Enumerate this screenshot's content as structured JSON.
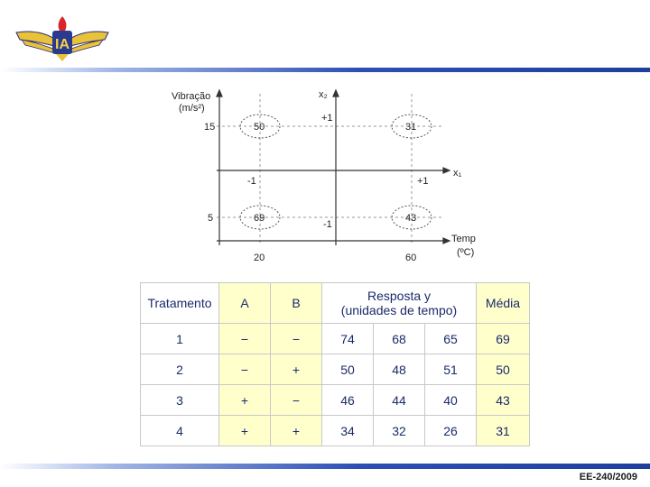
{
  "diagram": {
    "y_axis_label_line1": "Vibração",
    "y_axis_label_line2": "(m/s²)",
    "x2_label": "x₂",
    "x1_label": "x₁",
    "x_axis_label_line1": "Temp",
    "x_axis_label_line2": "(ºC)",
    "y_tick_high": "15",
    "y_tick_low": "5",
    "x_tick_low": "20",
    "x_tick_high": "60",
    "plus_one_x2": "+1",
    "minus_one_x2": "-1",
    "plus_one_x1": "+1",
    "minus_one_x1": "-1",
    "point_top_left": "50",
    "point_top_right": "31",
    "point_bottom_left": "69",
    "point_bottom_right": "43"
  },
  "table": {
    "headers": {
      "treatment": "Tratamento",
      "a": "A",
      "b": "B",
      "response_line1": "Resposta y",
      "response_line2": "(unidades de tempo)",
      "mean": "Média"
    },
    "rows": [
      {
        "treatment": "1",
        "a": "−",
        "b": "−",
        "r1": "74",
        "r2": "68",
        "r3": "65",
        "mean": "69"
      },
      {
        "treatment": "2",
        "a": "−",
        "b": "+",
        "r1": "50",
        "r2": "48",
        "r3": "51",
        "mean": "50"
      },
      {
        "treatment": "3",
        "a": "+",
        "b": "−",
        "r1": "46",
        "r2": "44",
        "r3": "40",
        "mean": "43"
      },
      {
        "treatment": "4",
        "a": "+",
        "b": "+",
        "r1": "34",
        "r2": "32",
        "r3": "26",
        "mean": "31"
      }
    ]
  },
  "footer": {
    "text": "EE-240/2009"
  },
  "colors": {
    "bar": "#2d4fb5",
    "highlight": "#ffffcc",
    "text": "#1a2a6a"
  },
  "logo": {
    "icon": "ita-wings-logo-icon"
  }
}
